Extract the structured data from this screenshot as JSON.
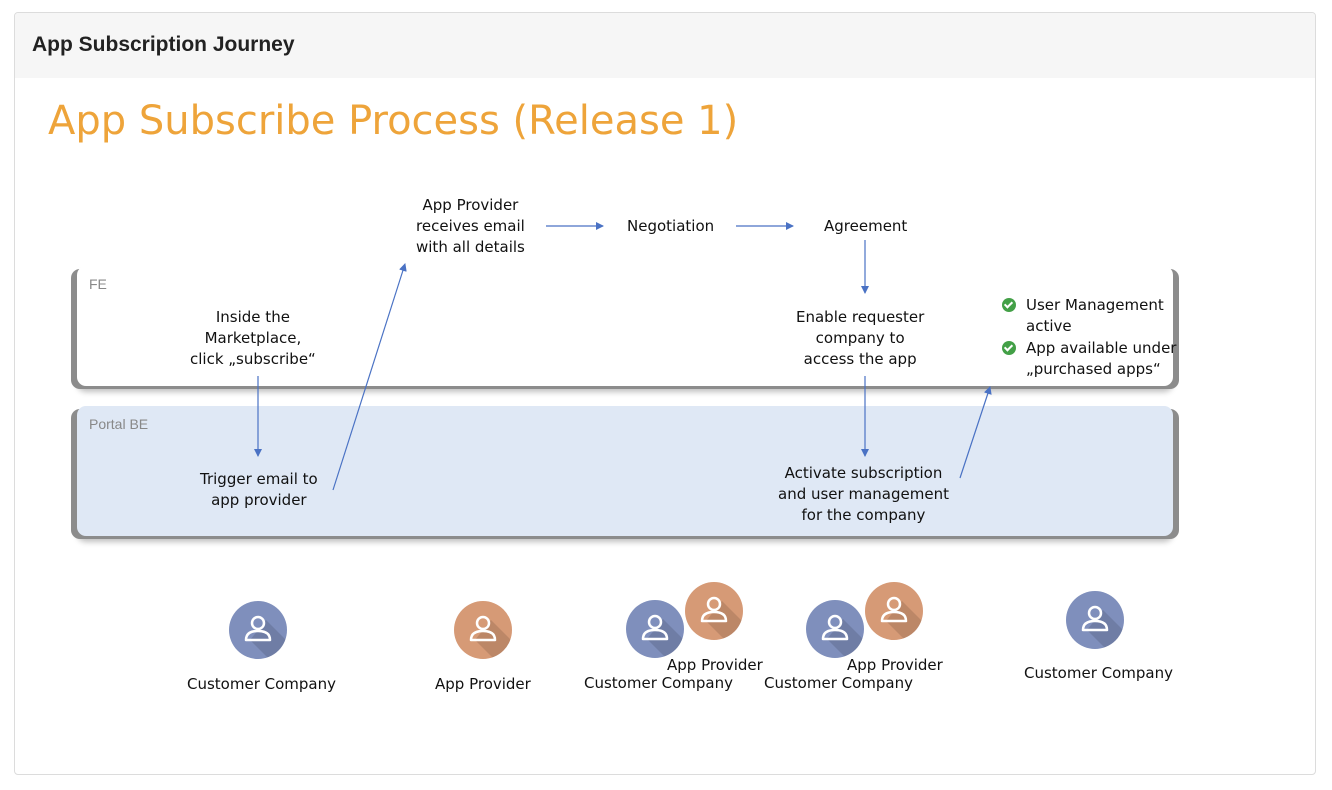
{
  "card": {
    "title": "App Subscription Journey"
  },
  "diagram": {
    "title": "App Subscribe Process (Release 1)",
    "lanes": {
      "fe": "FE",
      "be": "Portal BE"
    },
    "steps": {
      "inside_marketplace": [
        "Inside the",
        "Marketplace,",
        "click „subscribe“"
      ],
      "trigger_email": [
        "Trigger email to",
        "app provider"
      ],
      "provider_receives": [
        "App Provider",
        "receives email",
        "with all details"
      ],
      "negotiation": "Negotiation",
      "agreement": "Agreement",
      "enable_requester": [
        "Enable requester",
        "company to",
        "access the app"
      ],
      "activate_subscription": [
        "Activate subscription",
        "and user management",
        "for the company"
      ]
    },
    "outcomes": [
      [
        "User Management",
        "active"
      ],
      [
        "App available under",
        "„purchased apps“"
      ]
    ],
    "actors": {
      "a1": "Customer Company",
      "a2": "App Provider",
      "a3_provider": "App Provider",
      "a3_customer": "Customer Company",
      "a4_provider": "App Provider",
      "a4_customer": "Customer Company",
      "a5": "Customer Company"
    },
    "colors": {
      "title": "#eea43a",
      "customer": "#7f8fbc",
      "provider": "#d69a76",
      "arrow": "#4a72c4",
      "check": "#43a047"
    }
  }
}
